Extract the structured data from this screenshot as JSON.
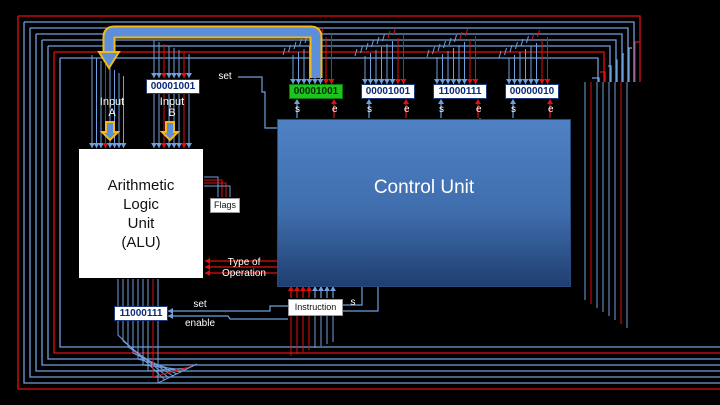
{
  "diagram": {
    "alu": {
      "label": "Arithmetic\nLogic\nUnit\n(ALU)"
    },
    "control_unit": {
      "label": "Control Unit"
    },
    "input_a": {
      "label": "Input\nA"
    },
    "input_b": {
      "label": "Input\nB"
    },
    "input_b_register": {
      "value": "00001001"
    },
    "output_register": {
      "value": "11000111"
    },
    "registers": [
      {
        "value": "00001001",
        "active": true
      },
      {
        "value": "00001001",
        "active": false
      },
      {
        "value": "11000111",
        "active": false
      },
      {
        "value": "00000010",
        "active": false
      }
    ],
    "register_pins": {
      "set": "s",
      "enable": "e"
    },
    "labels": {
      "set_top": "set",
      "flags": "Flags",
      "type_of_operation": "Type of\nOperation",
      "set_bottom": "set",
      "enable_bottom": "enable",
      "instruction": "Instruction",
      "instruction_set": "s"
    },
    "colors": {
      "wire_red": "#e01010",
      "wire_blue": "#6f9fdd",
      "active_register": "#1ec41e",
      "bus_arrow": "#5b8fd9",
      "bus_outline": "#f2b81c"
    }
  }
}
